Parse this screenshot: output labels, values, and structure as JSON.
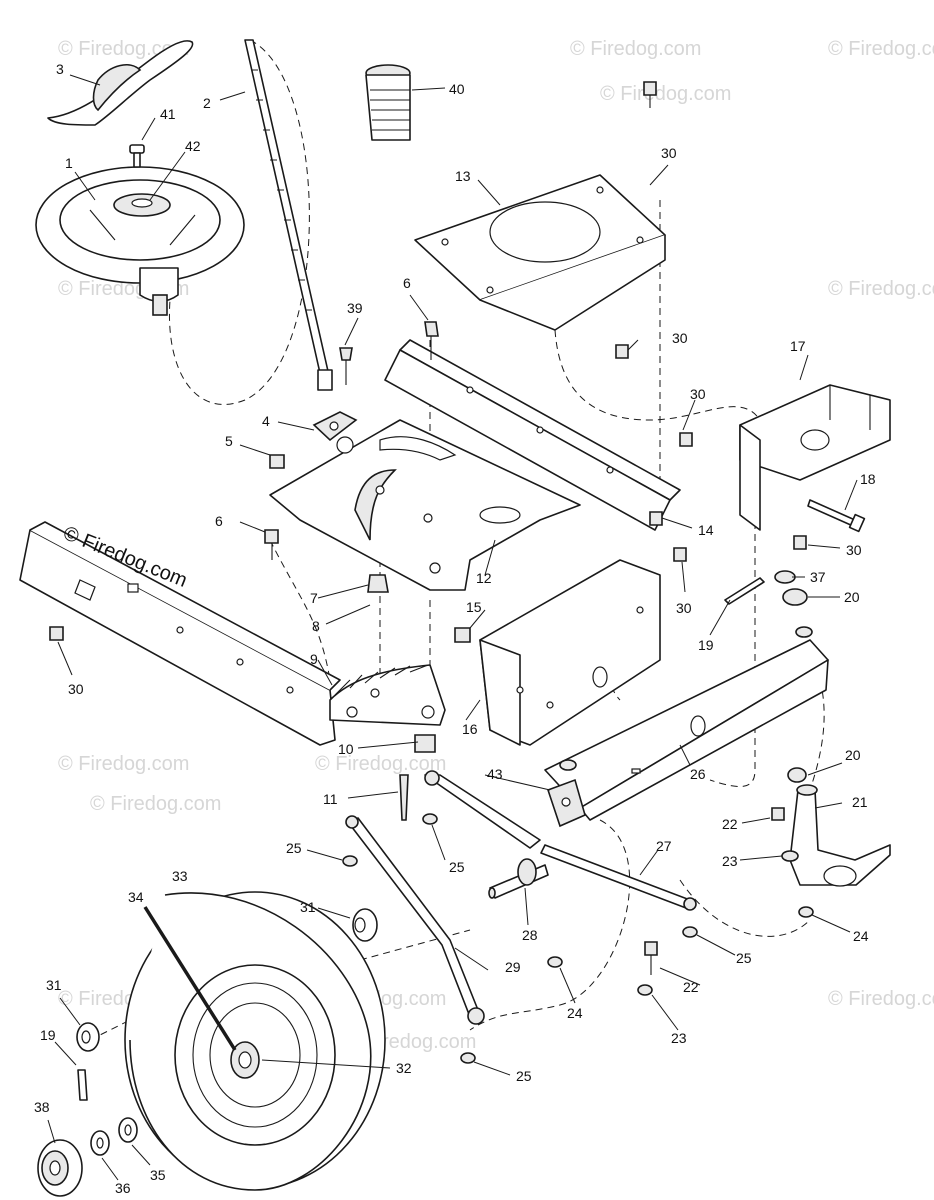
{
  "watermarks": {
    "main": "© Firedog.com",
    "faint": "© Firedog.com"
  },
  "callouts": {
    "c1": "1",
    "c2": "2",
    "c3": "3",
    "c4": "4",
    "c5": "5",
    "c6a": "6",
    "c6b": "6",
    "c7": "7",
    "c8": "8",
    "c9": "9",
    "c10": "10",
    "c11": "11",
    "c12": "12",
    "c13": "13",
    "c14": "14",
    "c15": "15",
    "c16": "16",
    "c17": "17",
    "c18": "18",
    "c19a": "19",
    "c19b": "19",
    "c20a": "20",
    "c20b": "20",
    "c21": "21",
    "c22a": "22",
    "c22b": "22",
    "c23a": "23",
    "c23b": "23",
    "c24a": "24",
    "c24b": "24",
    "c25a": "25",
    "c25b": "25",
    "c25c": "25",
    "c25d": "25",
    "c26": "26",
    "c27": "27",
    "c28": "28",
    "c29": "29",
    "c30a": "30",
    "c30b": "30",
    "c30c": "30",
    "c30d": "30",
    "c30e": "30",
    "c30f": "30",
    "c31a": "31",
    "c31b": "31",
    "c32": "32",
    "c33": "33",
    "c34": "34",
    "c35": "35",
    "c36": "36",
    "c37": "37",
    "c38": "38",
    "c39": "39",
    "c40": "40",
    "c41": "41",
    "c42": "42",
    "c43": "43"
  }
}
